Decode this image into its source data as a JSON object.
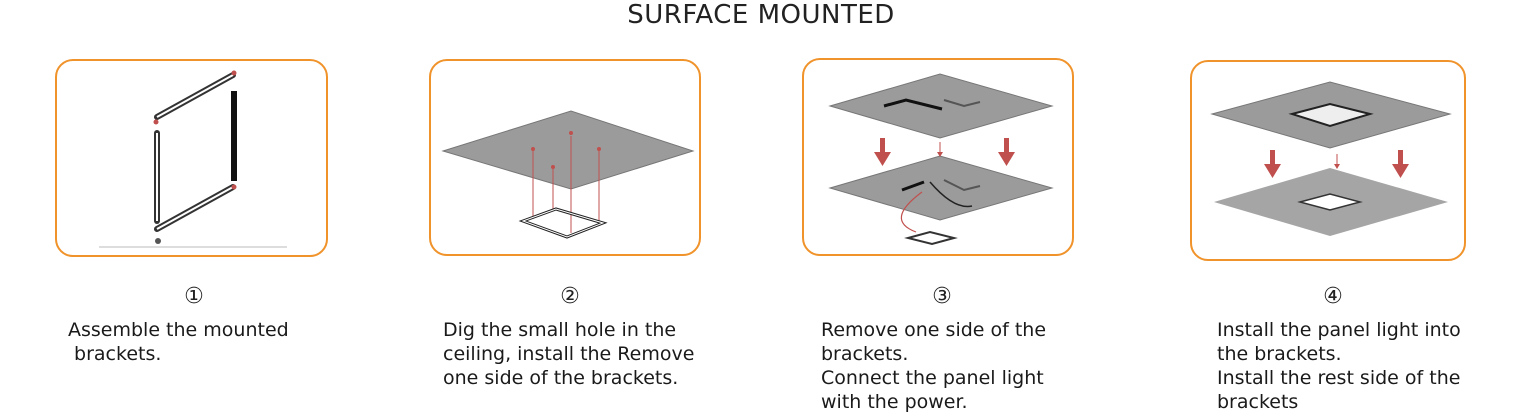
{
  "title": "SURFACE MOUNTED",
  "colors": {
    "frame": "#f0932b",
    "plate": "#9b9b9b",
    "arrow": "#c0504d"
  },
  "steps": [
    {
      "number": "①",
      "lines": [
        "Assemble the mounted",
        " brackets."
      ]
    },
    {
      "number": "②",
      "lines": [
        "Dig the small hole in the",
        "ceiling, install the Remove",
        "one side of the brackets."
      ]
    },
    {
      "number": "③",
      "lines": [
        "Remove one side of the",
        "brackets.",
        "Connect the panel light",
        "with the power."
      ]
    },
    {
      "number": "④",
      "lines": [
        "Install the panel light into",
        "the brackets.",
        "Install the rest side of the",
        "brackets"
      ]
    }
  ]
}
